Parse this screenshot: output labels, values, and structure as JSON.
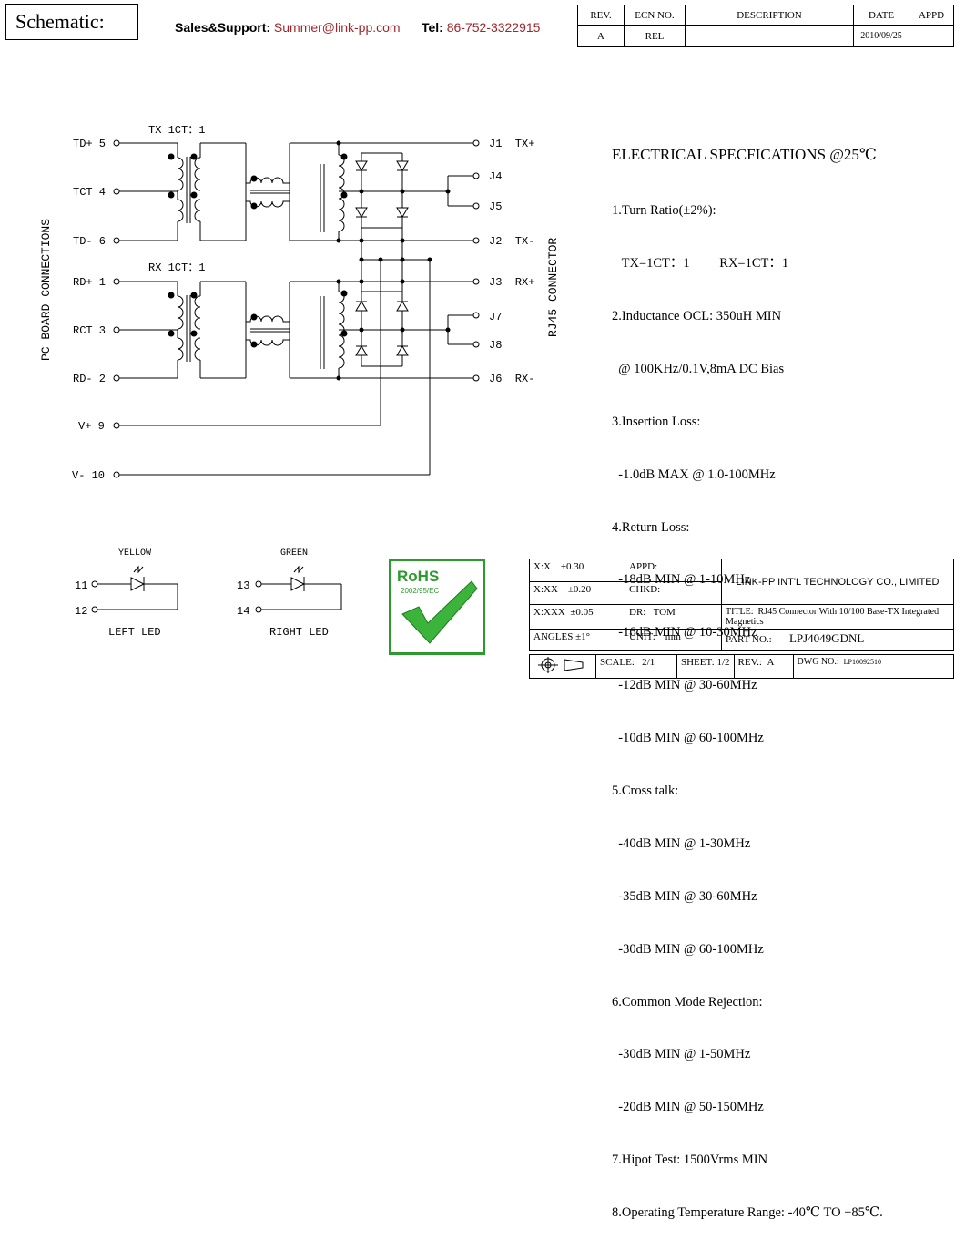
{
  "header": {
    "title": "Schematic:",
    "support_label": "Sales&Support:",
    "support_email": "Summer@link-pp.com",
    "tel_label": "Tel:",
    "tel_value": "86-752-3322915"
  },
  "revision_table": {
    "headers": [
      "REV.",
      "ECN NO.",
      "DESCRIPTION",
      "DATE",
      "APPD"
    ],
    "row": [
      "A",
      "REL",
      "",
      "2010/09/25",
      ""
    ]
  },
  "schematic": {
    "pc_side_label": "PC BOARD CONNECTIONS",
    "rj45_side_label": "RJ45 CONNECTOR",
    "tx_ratio_label": "TX 1CT：1",
    "rx_ratio_label": "RX 1CT：1",
    "left_pins": [
      "TD+ 5",
      "TCT 4",
      "TD- 6",
      "RD+ 1",
      "RCT 3",
      "RD- 2",
      "V+ 9",
      "V- 10"
    ],
    "right_pins": [
      "J1  TX+",
      "J4",
      "J5",
      "J2  TX-",
      "J3  RX+",
      "J7",
      "J8",
      "J6  RX-"
    ]
  },
  "specs": {
    "heading": "ELECTRICAL SPECFICATIONS @25℃",
    "lines": [
      "1.Turn Ratio(±2%):",
      "   TX=1CT：1         RX=1CT：1",
      "2.Inductance OCL: 350uH MIN",
      "  @ 100KHz/0.1V,8mA DC Bias",
      "3.Insertion Loss:",
      "  -1.0dB MAX @ 1.0-100MHz",
      "4.Return Loss:",
      "  -18dB MIN @ 1-10MHz",
      "  -16dB MIN @ 10-30MHz",
      "  -12dB MIN @ 30-60MHz",
      "  -10dB MIN @ 60-100MHz",
      "5.Cross talk:",
      "  -40dB MIN @ 1-30MHz",
      "  -35dB MIN @ 30-60MHz",
      "  -30dB MIN @ 60-100MHz",
      "6.Common Mode Rejection:",
      "  -30dB MIN @ 1-50MHz",
      "  -20dB MIN @ 50-150MHz",
      "7.Hipot Test: 1500Vrms MIN",
      "8.Operating Temperature Range: -40℃ TO +85℃."
    ]
  },
  "leds": {
    "left": {
      "color_label": "YELLOW",
      "pin_top": "11",
      "pin_bottom": "12",
      "caption": "LEFT LED"
    },
    "right": {
      "color_label": "GREEN",
      "pin_top": "13",
      "pin_bottom": "14",
      "caption": "RIGHT LED"
    }
  },
  "rohs": {
    "text": "RoHS",
    "sub": "2002/95/EC",
    "color": "#2d9a2d"
  },
  "title_block": {
    "tol_x": "X:X",
    "tol_x_val": "±0.30",
    "tol_xx": "X:XX",
    "tol_xx_val": "±0.20",
    "tol_xxx": "X:XXX",
    "tol_xxx_val": "±0.05",
    "angles": "ANGLES ±1°",
    "appd": "APPD:",
    "chkd": "CHKD:",
    "dr_label": "DR:",
    "dr_value": "TOM",
    "unit_label": "UNIT:",
    "unit_value": "mm",
    "company": "LINK-PP INT'L TECHNOLOGY CO., LIMITED",
    "title_label": "TITLE:",
    "title_value": "RJ45 Connector With 10/100 Base-TX Integrated Magnetics",
    "part_label": "PART NO.:",
    "part_value": "LPJ4049GDNL",
    "scale_label": "SCALE:",
    "scale_value": "2/1",
    "sheet_label": "SHEET:",
    "sheet_value": "1/2",
    "rev_label": "REV.:",
    "rev_value": "A",
    "dwg_label": "DWG NO.:",
    "dwg_value": "LP10092510"
  }
}
